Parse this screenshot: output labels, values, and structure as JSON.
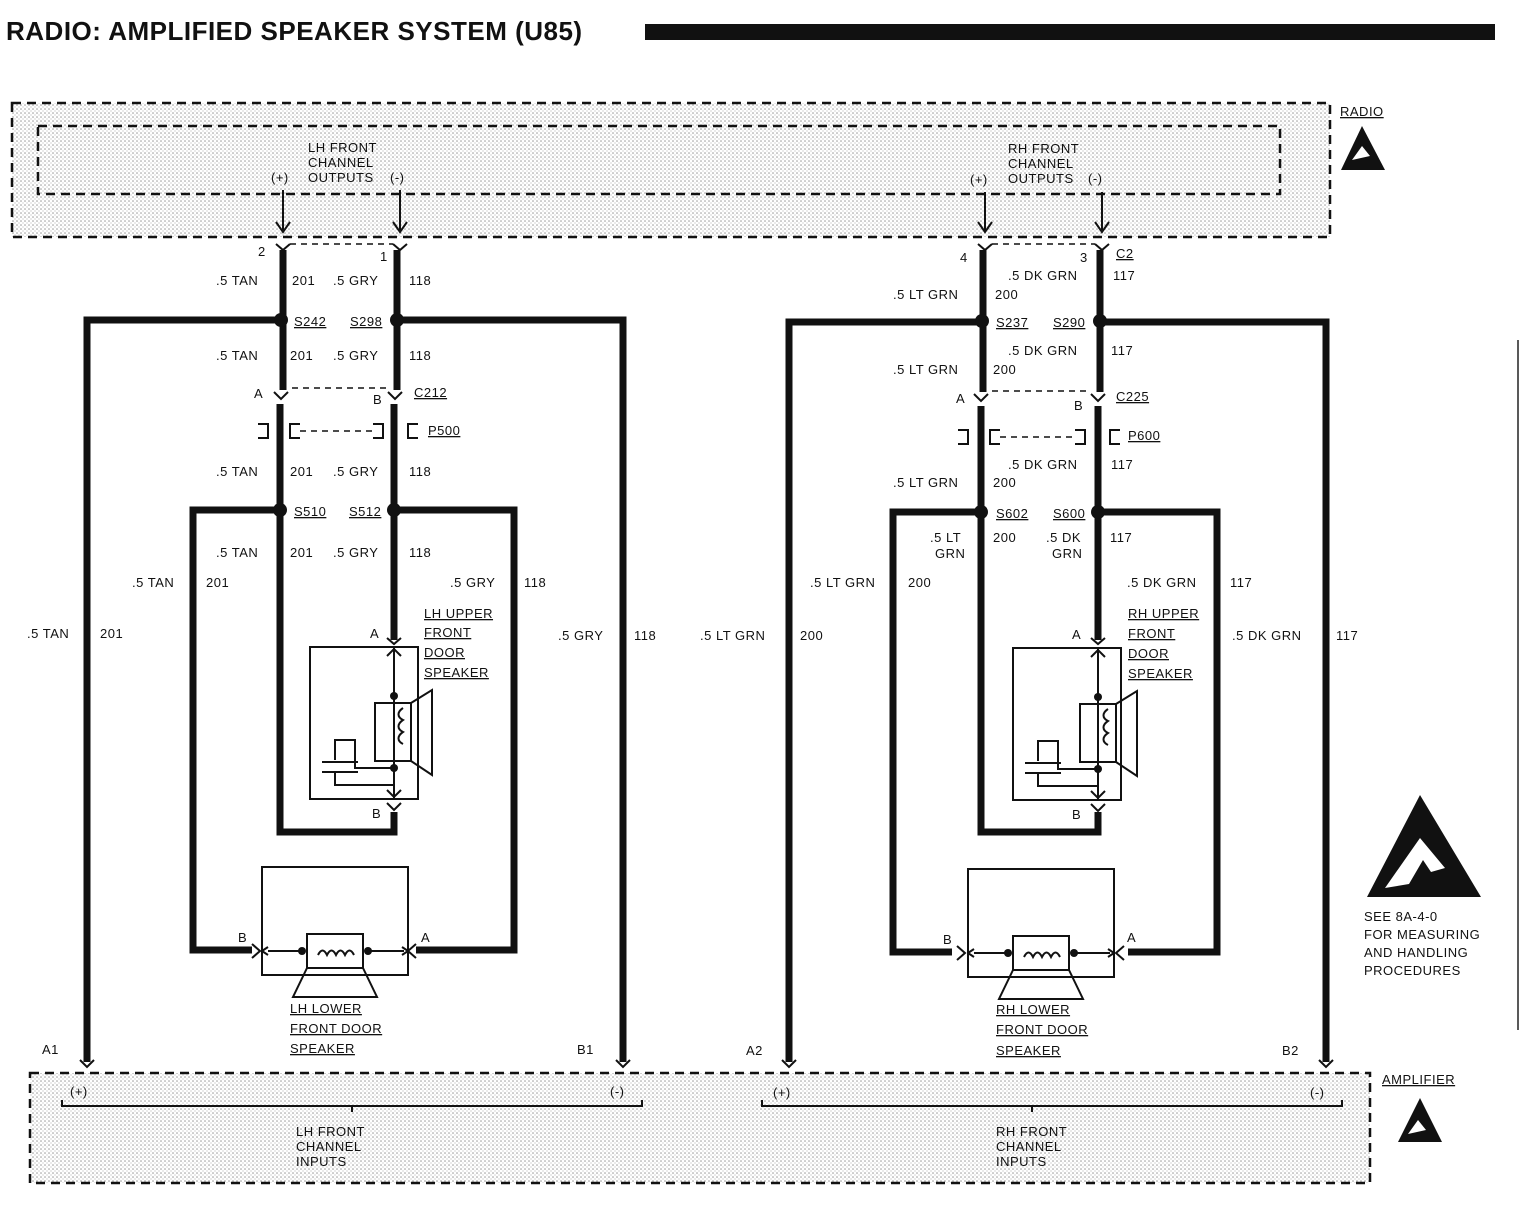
{
  "title": "RADIO: AMPLIFIED SPEAKER SYSTEM (U85)",
  "radio_label": "RADIO",
  "amplifier_label": "AMPLIFIER",
  "esd_note": [
    "SEE 8A-4-0",
    "FOR MEASURING",
    "AND HANDLING",
    "PROCEDURES"
  ],
  "lh": {
    "radio_outputs": [
      "LH FRONT",
      "CHANNEL",
      "OUTPUTS"
    ],
    "plus": "(+)",
    "minus": "(-)",
    "pin_plus": "2",
    "pin_minus": "1",
    "wire_plus": {
      "gauge_color": ".5 TAN",
      "circuit": "201"
    },
    "wire_minus": {
      "gauge_color": ".5 GRY",
      "circuit": "118"
    },
    "splice_plus_1": "S242",
    "splice_minus_1": "S298",
    "connector": "C212",
    "conn_pin_a": "A",
    "conn_pin_b": "B",
    "plug": "P500",
    "splice_plus_2": "S510",
    "splice_minus_2": "S512",
    "upper_speaker": [
      "LH UPPER",
      "FRONT",
      "DOOR",
      "SPEAKER"
    ],
    "lower_speaker": [
      "LH LOWER",
      "FRONT DOOR",
      "SPEAKER"
    ],
    "amp_pin_plus": "A1",
    "amp_pin_minus": "B1",
    "amp_inputs": [
      "LH FRONT",
      "CHANNEL",
      "INPUTS"
    ]
  },
  "rh": {
    "radio_outputs": [
      "RH FRONT",
      "CHANNEL",
      "OUTPUTS"
    ],
    "plus": "(+)",
    "minus": "(-)",
    "pin_plus": "4",
    "pin_minus": "3",
    "radio_connector": "C2",
    "wire_plus": {
      "gauge_color": ".5 LT GRN",
      "circuit": "200"
    },
    "wire_minus": {
      "gauge_color": ".5 DK GRN",
      "circuit": "117"
    },
    "short_plus": [
      ".5 LT",
      "GRN"
    ],
    "short_minus": [
      ".5 DK",
      "GRN"
    ],
    "splice_plus_1": "S237",
    "splice_minus_1": "S290",
    "connector": "C225",
    "conn_pin_a": "A",
    "conn_pin_b": "B",
    "plug": "P600",
    "splice_plus_2": "S602",
    "splice_minus_2": "S600",
    "upper_speaker": [
      "RH UPPER",
      "FRONT",
      "DOOR",
      "SPEAKER"
    ],
    "lower_speaker": [
      "RH LOWER",
      "FRONT DOOR",
      "SPEAKER"
    ],
    "amp_pin_plus": "A2",
    "amp_pin_minus": "B2",
    "amp_inputs": [
      "RH FRONT",
      "CHANNEL",
      "INPUTS"
    ]
  }
}
